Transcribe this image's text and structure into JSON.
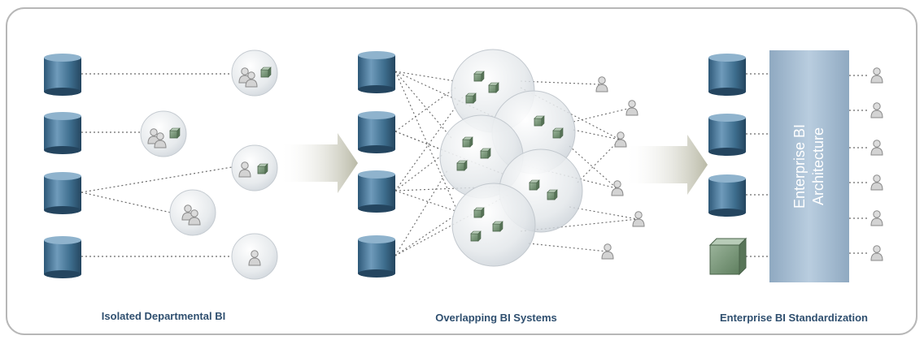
{
  "panels": [
    {
      "caption": "Isolated Departmental BI"
    },
    {
      "caption": "Overlapping BI Systems"
    },
    {
      "caption": "Enterprise BI Standardization"
    }
  ],
  "architecture_box": {
    "line1": "Enterprise BI",
    "line2": "Architecture"
  },
  "colors": {
    "frame": "#b7b7b7",
    "cylinder": "#3f6f8f",
    "cylinder_light": "#7ea6c2",
    "bubble": "#e8ebee",
    "user": "#c9c9c9",
    "cube": "#6f8f6f",
    "arrow": "#cfcfbf",
    "arch_box": "#a9bfd3",
    "caption": "#2f4f6f"
  },
  "icons": [
    "database-icon",
    "user-icon",
    "users-icon",
    "data-cube-icon",
    "right-arrow-icon"
  ]
}
